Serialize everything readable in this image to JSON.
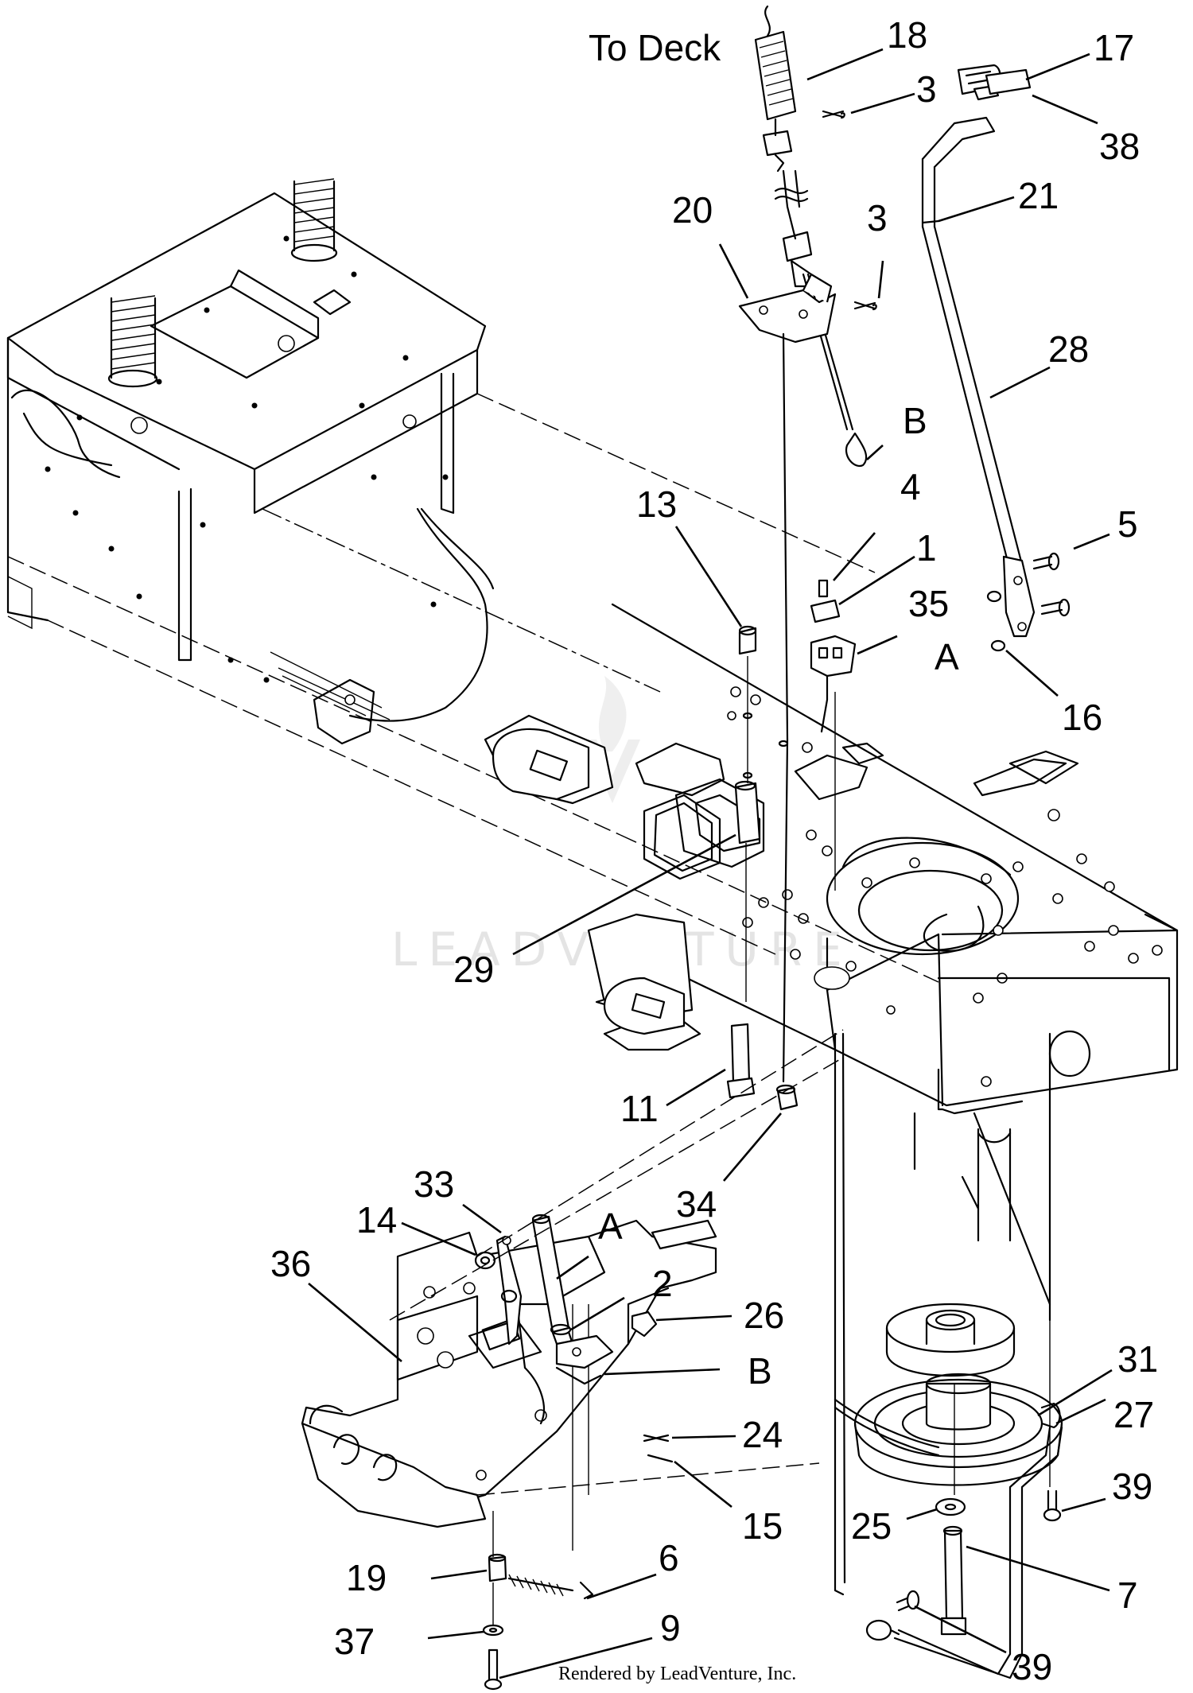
{
  "note": "To Deck",
  "footer": "Rendered by LeadVenture, Inc.",
  "watermark": "LEADVENTURE",
  "callouts": {
    "c18": "18",
    "c3a": "3",
    "c17": "17",
    "c38": "38",
    "c20": "20",
    "c3b": "3",
    "c21": "21",
    "c28": "28",
    "cBtop": "B",
    "c13": "13",
    "c4": "4",
    "c5": "5",
    "c1": "1",
    "c35": "35",
    "cAtop": "A",
    "c16": "16",
    "c29": "29",
    "c11": "11",
    "c34": "34",
    "c33": "33",
    "c14": "14",
    "cAbot": "A",
    "c36": "36",
    "c2": "2",
    "c26": "26",
    "cBbot": "B",
    "c31": "31",
    "c27": "27",
    "c24": "24",
    "c39a": "39",
    "c15": "15",
    "c25": "25",
    "c19": "19",
    "c6": "6",
    "c7": "7",
    "c37": "37",
    "c9": "9",
    "c39b": "39"
  }
}
